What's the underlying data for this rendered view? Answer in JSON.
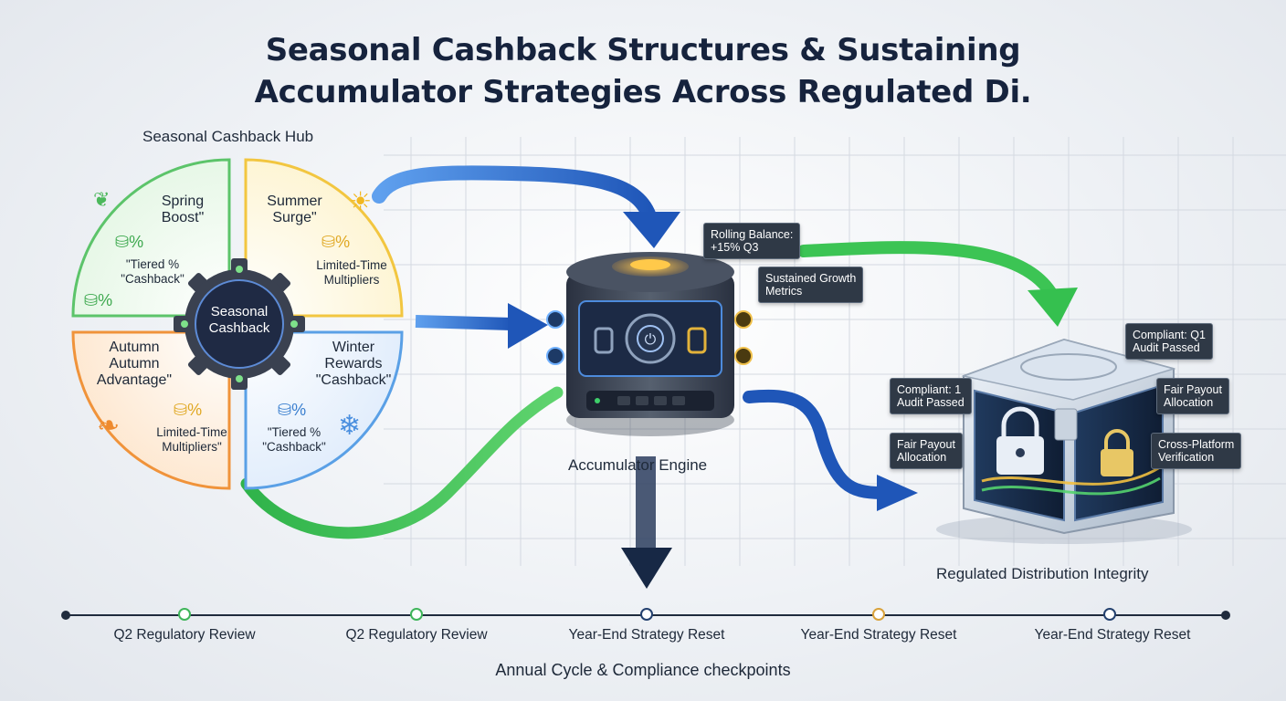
{
  "title": {
    "line1": "Seasonal Cashback Structures & Sustaining",
    "line2": "Accumulator Strategies Across Regulated Di."
  },
  "hub": {
    "label": "Seasonal Cashback Hub",
    "center": {
      "line1": "Seasonal",
      "line2": "Cashback"
    },
    "quadrants": {
      "spring": {
        "line1": "Spring",
        "line2": "Boost\"",
        "sub1": "\"Tiered %",
        "sub2": "\"Cashback\"",
        "color": "#5cc46a"
      },
      "summer": {
        "line1": "Summer",
        "line2": "Surge\"",
        "sub1": "Limited-Time",
        "sub2": "Multipliers",
        "color": "#f2c640"
      },
      "autumn": {
        "line1": "Autumn",
        "line2": "Autumn",
        "line3": "Advantage\"",
        "sub1": "Limited-Time",
        "sub2": "Multipliers\"",
        "color": "#f0933a"
      },
      "winter": {
        "line1": "Winter",
        "line2": "Rewards",
        "line3": "\"Cashback\"",
        "sub1": "\"Tiered %",
        "sub2": "\"Cashback\"",
        "color": "#5aa0e6"
      }
    }
  },
  "engine": {
    "label": "Accumulator Engine",
    "callouts": {
      "rolling": {
        "line1": "Rolling Balance:",
        "line2": "+15% Q3"
      },
      "growth": {
        "line1": "Sustained Growth",
        "line2": "Metrics"
      }
    }
  },
  "integrity": {
    "label": "Regulated Distribution Integrity",
    "callouts": {
      "audit_q1": {
        "line1": "Compliant: Q1",
        "line2": "Audit Passed"
      },
      "audit_1": {
        "line1": "Compliant: 1",
        "line2": "Audit Passed"
      },
      "fair_right": {
        "line1": "Fair Payout",
        "line2": "Allocation"
      },
      "fair_left": {
        "line1": "Fair Payout",
        "line2": "Allocation"
      },
      "cross": {
        "line1": "Cross-Platform",
        "line2": "Verification"
      }
    }
  },
  "timeline": {
    "title": "Annual Cycle & Compliance checkpoints",
    "points": [
      {
        "label": "Q2 Regulatory Review",
        "color": "#3fb55a"
      },
      {
        "label": "Q2 Regulatory Review",
        "color": "#3fb55a"
      },
      {
        "label": "Year-End Strategy Reset",
        "color": "#23406e"
      },
      {
        "label": "Year-End Strategy Reset",
        "color": "#d9a23a"
      },
      {
        "label": "Year-End Strategy Reset",
        "color": "#23406e"
      }
    ]
  },
  "colors": {
    "flow_blue": "#2a6fd0",
    "flow_green": "#35c04f",
    "dark_navy": "#16233d"
  },
  "icons": [
    "leaf-icon",
    "sun-icon",
    "coin-stack-icon",
    "snowflake-icon",
    "autumn-leaf-icon",
    "gear-icon",
    "lock-icon",
    "power-icon",
    "arrow-icon"
  ]
}
